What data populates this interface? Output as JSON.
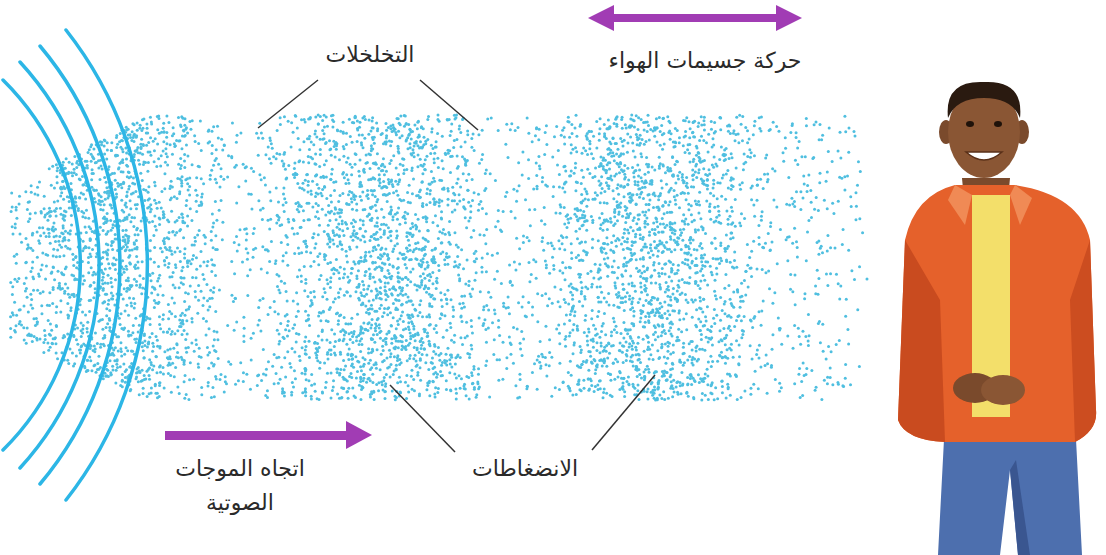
{
  "diagram": {
    "labels": [
      "التخلخلات",
      "حركة جسيمات الهواء",
      "اتجاه الموجات الصوتية",
      "الانضغاطات"
    ]
  }
}
